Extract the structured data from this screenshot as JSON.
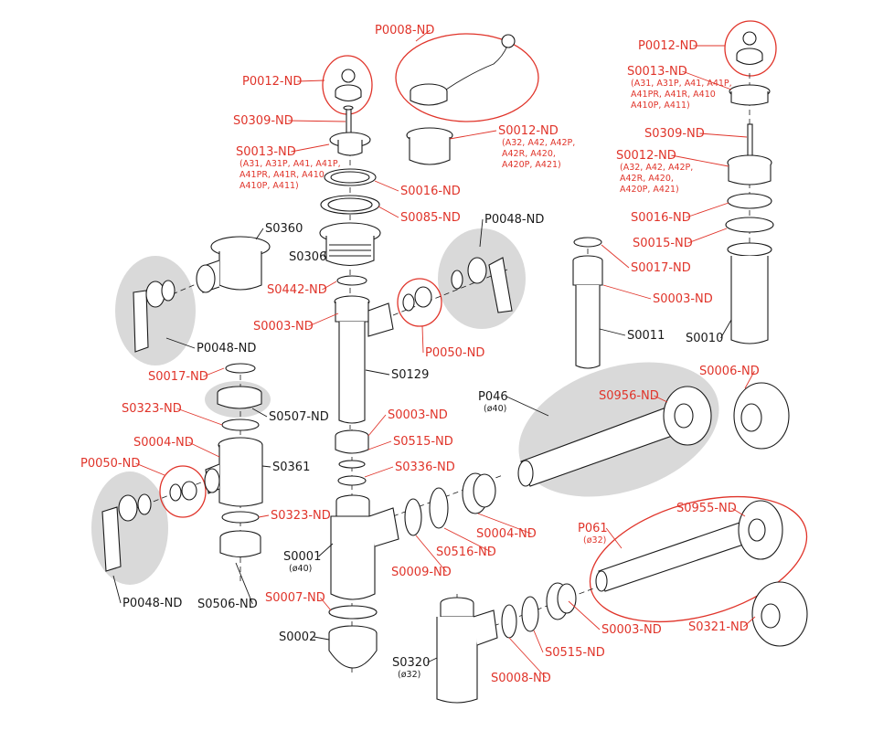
{
  "colors": {
    "red": "#e0342a",
    "black": "#1a1a1a",
    "grey": "#d9d9d9"
  },
  "parts": [
    {
      "id": "P0008-ND",
      "text": "P0008-ND",
      "color": "red"
    },
    {
      "id": "P0012-ND-a",
      "text": "P0012-ND",
      "color": "red"
    },
    {
      "id": "P0012-ND-b",
      "text": "P0012-ND",
      "color": "red"
    },
    {
      "id": "S0309-ND-a",
      "text": "S0309-ND",
      "color": "red"
    },
    {
      "id": "S0309-ND-b",
      "text": "S0309-ND",
      "color": "red"
    },
    {
      "id": "S0013-ND-a",
      "text": "S0013-ND",
      "color": "red",
      "note": [
        "(A31, A31P, A41, A41P,",
        "A41PR, A41R, A410",
        "A410P, A411)"
      ]
    },
    {
      "id": "S0013-ND-b",
      "text": "S0013-ND",
      "color": "red",
      "note": [
        "(A31, A31P, A41, A41P,",
        "A41PR, A41R, A410",
        "A410P, A411)"
      ]
    },
    {
      "id": "S0012-ND-a",
      "text": "S0012-ND",
      "color": "red",
      "note": [
        "(A32, A42, A42P,",
        "A42R, A420,",
        "A420P, A421)"
      ]
    },
    {
      "id": "S0012-ND-b",
      "text": "S0012-ND",
      "color": "red",
      "note": [
        "(A32, A42, A42P,",
        "A42R, A420,",
        "A420P, A421)"
      ]
    },
    {
      "id": "S0016-ND-a",
      "text": "S0016-ND",
      "color": "red"
    },
    {
      "id": "S0016-ND-b",
      "text": "S0016-ND",
      "color": "red"
    },
    {
      "id": "S0085-ND",
      "text": "S0085-ND",
      "color": "red"
    },
    {
      "id": "S0015-ND",
      "text": "S0015-ND",
      "color": "red"
    },
    {
      "id": "S0360",
      "text": "S0360",
      "color": "black"
    },
    {
      "id": "S0306",
      "text": "S0306",
      "color": "black"
    },
    {
      "id": "P0048-ND-a",
      "text": "P0048-ND",
      "color": "black"
    },
    {
      "id": "P0048-ND-b",
      "text": "P0048-ND",
      "color": "black"
    },
    {
      "id": "P0048-ND-c",
      "text": "P0048-ND",
      "color": "black"
    },
    {
      "id": "S0017-ND-a",
      "text": "S0017-ND",
      "color": "red"
    },
    {
      "id": "S0017-ND-b",
      "text": "S0017-ND",
      "color": "red"
    },
    {
      "id": "S0442-ND",
      "text": "S0442-ND",
      "color": "red"
    },
    {
      "id": "S0003-ND-a",
      "text": "S0003-ND",
      "color": "red"
    },
    {
      "id": "S0003-ND-b",
      "text": "S0003-ND",
      "color": "red"
    },
    {
      "id": "S0003-ND-c",
      "text": "S0003-ND",
      "color": "red"
    },
    {
      "id": "S0003-ND-d",
      "text": "S0003-ND",
      "color": "red"
    },
    {
      "id": "P0050-ND-a",
      "text": "P0050-ND",
      "color": "red"
    },
    {
      "id": "P0050-ND-b",
      "text": "P0050-ND",
      "color": "red"
    },
    {
      "id": "S0011",
      "text": "S0011",
      "color": "black"
    },
    {
      "id": "S0010",
      "text": "S0010",
      "color": "black"
    },
    {
      "id": "S0129",
      "text": "S0129",
      "color": "black"
    },
    {
      "id": "S0323-ND-a",
      "text": "S0323-ND",
      "color": "red"
    },
    {
      "id": "S0323-ND-b",
      "text": "S0323-ND",
      "color": "red"
    },
    {
      "id": "S0507-ND",
      "text": "S0507-ND",
      "color": "black"
    },
    {
      "id": "P046",
      "text": "P046",
      "color": "black",
      "note": [
        "(ø40)"
      ]
    },
    {
      "id": "S0956-ND",
      "text": "S0956-ND",
      "color": "red"
    },
    {
      "id": "S0006-ND",
      "text": "S0006-ND",
      "color": "red"
    },
    {
      "id": "S0515-ND-a",
      "text": "S0515-ND",
      "color": "red"
    },
    {
      "id": "S0515-ND-b",
      "text": "S0515-ND",
      "color": "red"
    },
    {
      "id": "S0004-ND-a",
      "text": "S0004-ND",
      "color": "red"
    },
    {
      "id": "S0004-ND-b",
      "text": "S0004-ND",
      "color": "red"
    },
    {
      "id": "S0361",
      "text": "S0361",
      "color": "black"
    },
    {
      "id": "S0336-ND",
      "text": "S0336-ND",
      "color": "red"
    },
    {
      "id": "S0516-ND",
      "text": "S0516-ND",
      "color": "red"
    },
    {
      "id": "S0009-ND",
      "text": "S0009-ND",
      "color": "red"
    },
    {
      "id": "S0001",
      "text": "S0001",
      "color": "black",
      "note": [
        "(ø40)"
      ]
    },
    {
      "id": "S0955-ND",
      "text": "S0955-ND",
      "color": "red"
    },
    {
      "id": "P061",
      "text": "P061",
      "color": "red",
      "note": [
        "(ø32)"
      ]
    },
    {
      "id": "S0007-ND",
      "text": "S0007-ND",
      "color": "red"
    },
    {
      "id": "S0506-ND",
      "text": "S0506-ND",
      "color": "black"
    },
    {
      "id": "S0002",
      "text": "S0002",
      "color": "black"
    },
    {
      "id": "S0320",
      "text": "S0320",
      "color": "black",
      "note": [
        "(ø32)"
      ]
    },
    {
      "id": "S0008-ND",
      "text": "S0008-ND",
      "color": "red"
    },
    {
      "id": "S0321-ND",
      "text": "S0321-ND",
      "color": "red"
    }
  ]
}
